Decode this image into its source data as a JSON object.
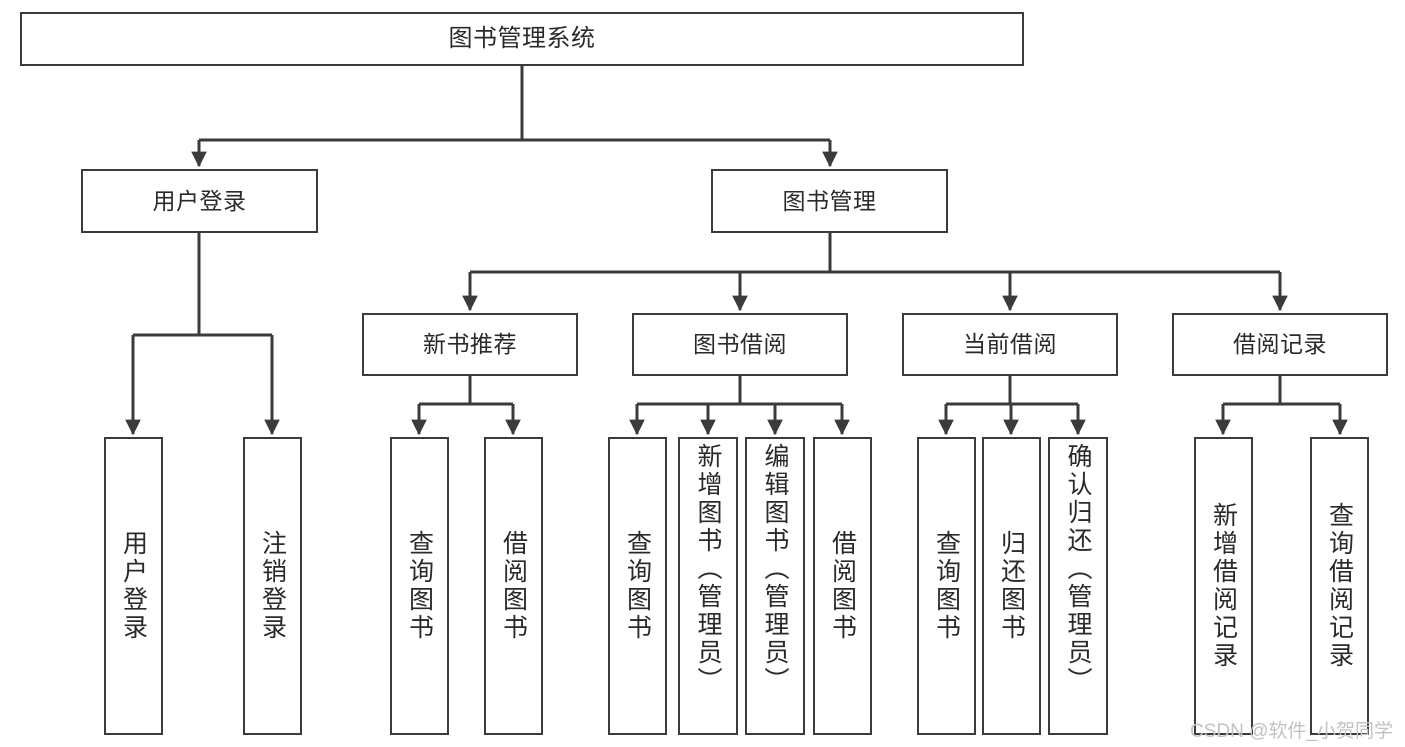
{
  "diagram": {
    "title": "图书管理系统",
    "type": "tree-hierarchy-diagram",
    "line_color": "#3b3b3b",
    "box_fill": "#ffffff",
    "text_color": "#2a2a2a"
  },
  "nodes": {
    "root": {
      "label": "图书管理系统"
    },
    "user_login": {
      "label": "用户登录"
    },
    "book_manage": {
      "label": "图书管理"
    },
    "new_book_rec": {
      "label": "新书推荐"
    },
    "book_borrow": {
      "label": "图书借阅"
    },
    "current_borrow": {
      "label": "当前借阅"
    },
    "borrow_record": {
      "label": "借阅记录"
    },
    "leaf_user_login": {
      "label": "用户登录"
    },
    "leaf_logout": {
      "label": "注销登录"
    },
    "leaf_query_book_1": {
      "label": "查询图书"
    },
    "leaf_borrow_book_1": {
      "label": "借阅图书"
    },
    "leaf_query_book_2": {
      "label": "查询图书"
    },
    "leaf_add_book": {
      "label": "新增图书（管理员）"
    },
    "leaf_edit_book": {
      "label": "编辑图书（管理员）"
    },
    "leaf_borrow_book_2": {
      "label": "借阅图书"
    },
    "leaf_query_book_3": {
      "label": "查询图书"
    },
    "leaf_return_book": {
      "label": "归还图书"
    },
    "leaf_confirm_return": {
      "label": "确认归还（管理员）"
    },
    "leaf_add_record": {
      "label": "新增借阅记录"
    },
    "leaf_query_record": {
      "label": "查询借阅记录"
    }
  },
  "watermark": {
    "text": "CSDN @软件_小贺同学",
    "color": "#c2c2c2"
  }
}
